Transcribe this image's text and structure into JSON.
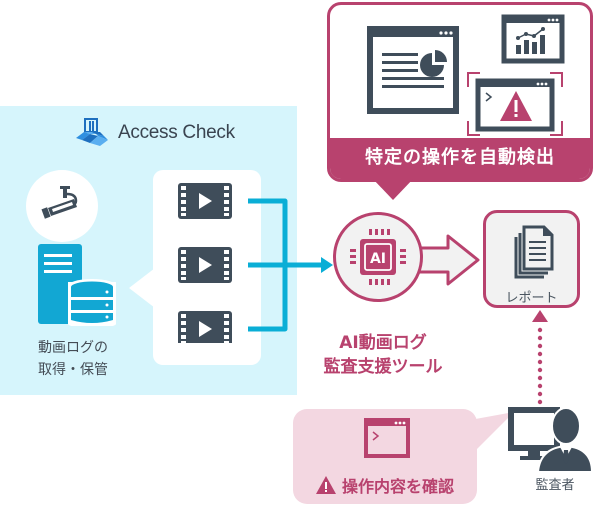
{
  "brand": {
    "name": "Access Check",
    "icon": "access-check-logo-icon"
  },
  "left": {
    "caption_line1": "動画ログの",
    "caption_line2": "取得・保管",
    "icons": [
      "security-camera-icon",
      "server-icon",
      "database-icon"
    ],
    "videos": [
      "video-file-icon",
      "video-file-icon",
      "video-file-icon"
    ]
  },
  "detection": {
    "banner": "特定の操作を自動検出",
    "icons": [
      "document-window-icon",
      "chart-window-icon",
      "alert-window-icon"
    ]
  },
  "ai_tool": {
    "chip_label": "AI",
    "caption_line1": "AI動画ログ",
    "caption_line2": "監査支援ツール",
    "icon": "ai-chip-icon"
  },
  "report": {
    "label": "レポート",
    "icon": "documents-stack-icon"
  },
  "confirm": {
    "label": "操作内容を確認",
    "icons": [
      "terminal-window-icon",
      "warning-icon"
    ]
  },
  "auditor": {
    "label": "監査者",
    "icon": "auditor-at-computer-icon"
  },
  "colors": {
    "accent": "#b8426e",
    "flow": "#0aaed6",
    "icon_dark": "#3f4d5a",
    "panel_bg": "#d6f5fc",
    "confirm_bg": "#f3d7e1",
    "server_blue": "#12a7d3"
  }
}
